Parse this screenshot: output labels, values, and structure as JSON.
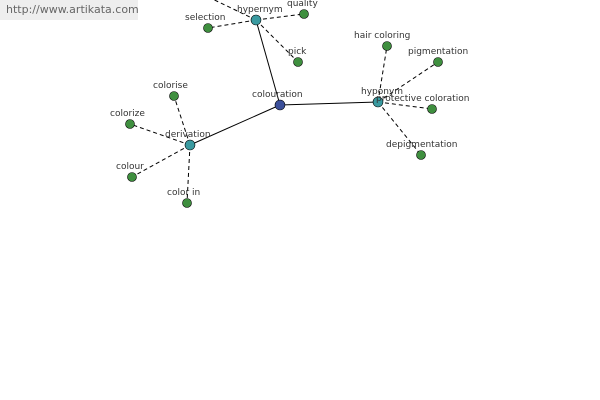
{
  "watermark": "http://www.artikata.com",
  "colors": {
    "center": "#3b4f9a",
    "hub": "#3a9aa0",
    "leaf": "#3f8f3f"
  },
  "graph": {
    "center": {
      "id": "colouration",
      "label": "colouration"
    },
    "hubs": [
      {
        "id": "hypernym",
        "label": "hypernym"
      },
      {
        "id": "hyponym",
        "label": "hyponym"
      },
      {
        "id": "derivation",
        "label": "derivation"
      }
    ],
    "leaves": [
      {
        "id": "selection",
        "label": "selection",
        "hub": "hypernym"
      },
      {
        "id": "quality",
        "label": "quality",
        "hub": "hypernym"
      },
      {
        "id": "pick",
        "label": "pick",
        "hub": "hypernym"
      },
      {
        "id": "offscreen",
        "label": "",
        "hub": "hypernym"
      },
      {
        "id": "hair-coloring",
        "label": "hair coloring",
        "hub": "hyponym"
      },
      {
        "id": "pigmentation",
        "label": "pigmentation",
        "hub": "hyponym"
      },
      {
        "id": "protective-coloration",
        "label": "protective coloration",
        "hub": "hyponym"
      },
      {
        "id": "depigmentation",
        "label": "depigmentation",
        "hub": "hyponym"
      },
      {
        "id": "colorise",
        "label": "colorise",
        "hub": "derivation"
      },
      {
        "id": "colorize",
        "label": "colorize",
        "hub": "derivation"
      },
      {
        "id": "colour",
        "label": "colour",
        "hub": "derivation"
      },
      {
        "id": "color-in",
        "label": "color in",
        "hub": "derivation"
      }
    ]
  }
}
